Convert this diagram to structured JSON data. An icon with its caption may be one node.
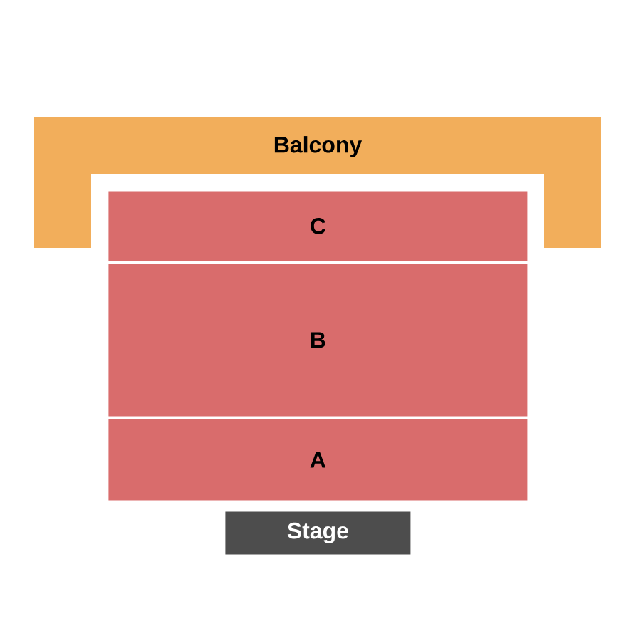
{
  "diagram": {
    "nodes": [
      {
        "text": [
          "Balcony"
        ]
      },
      {
        "text": [
          "C"
        ]
      },
      {
        "text": [
          "B"
        ]
      },
      {
        "text": [
          "A"
        ]
      },
      {
        "text": [
          "Stage"
        ]
      }
    ]
  }
}
